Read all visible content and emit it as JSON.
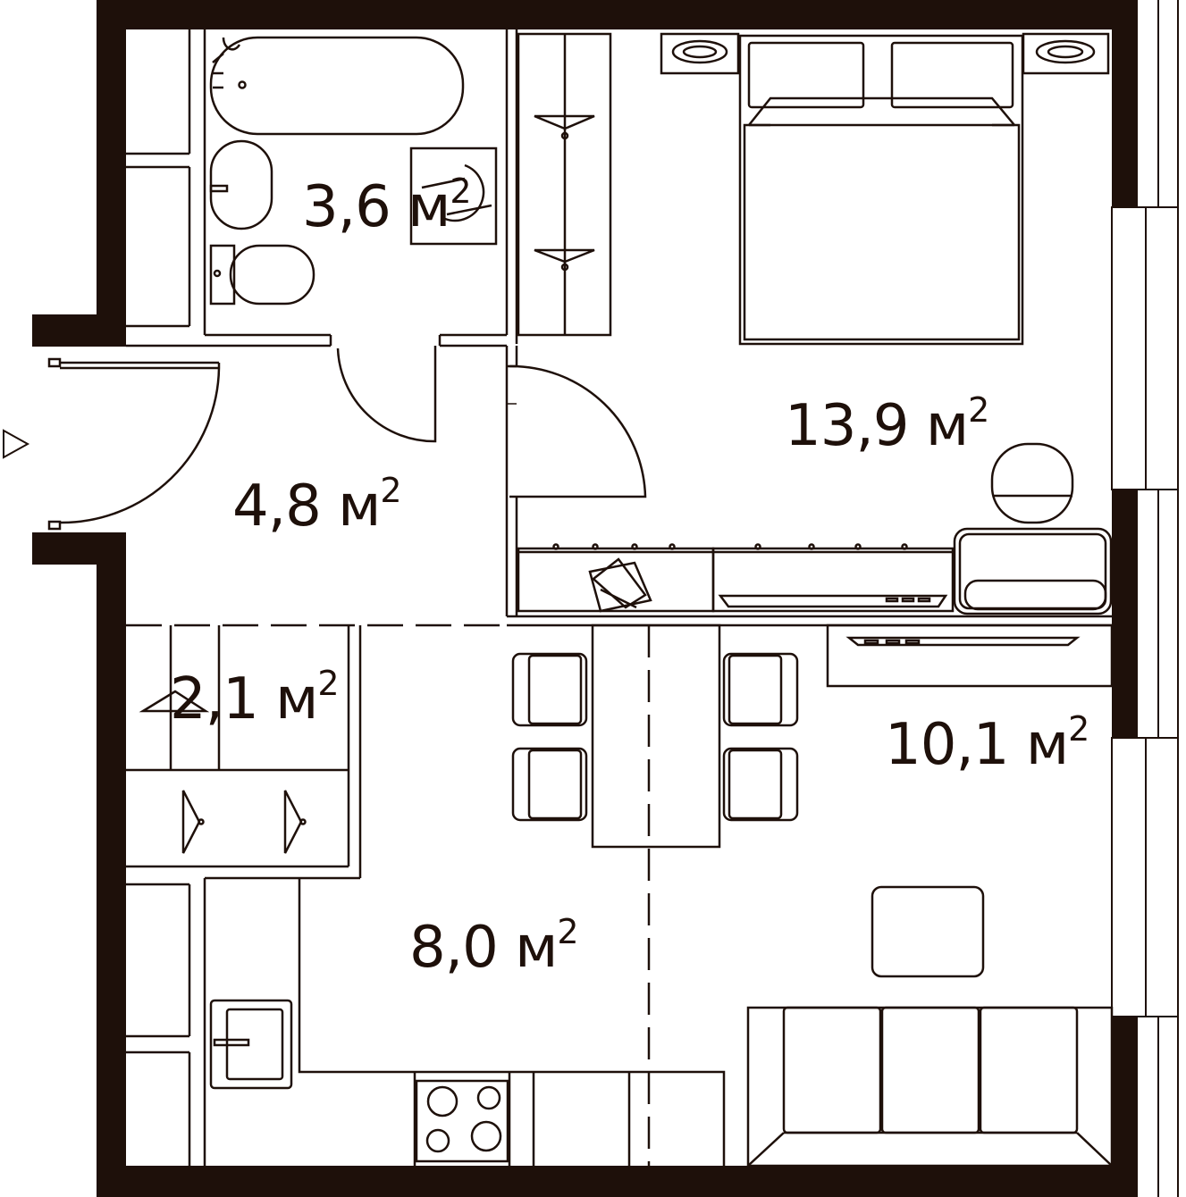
{
  "colors": {
    "wall": "#1e100a",
    "line": "#1e100a",
    "background": "#ffffff"
  },
  "rooms": [
    {
      "id": "bathroom",
      "area": "3,6",
      "unit": "м",
      "exp": "2"
    },
    {
      "id": "bedroom",
      "area": "13,9",
      "unit": "м",
      "exp": "2"
    },
    {
      "id": "hallway",
      "area": "4,8",
      "unit": "м",
      "exp": "2"
    },
    {
      "id": "wardrobe",
      "area": "2,1",
      "unit": "м",
      "exp": "2"
    },
    {
      "id": "living",
      "area": "10,1",
      "unit": "м",
      "exp": "2"
    },
    {
      "id": "kitchen",
      "area": "8,0",
      "unit": "м",
      "exp": "2"
    }
  ],
  "icons": {
    "entrance": "entrance-arrow-icon"
  }
}
